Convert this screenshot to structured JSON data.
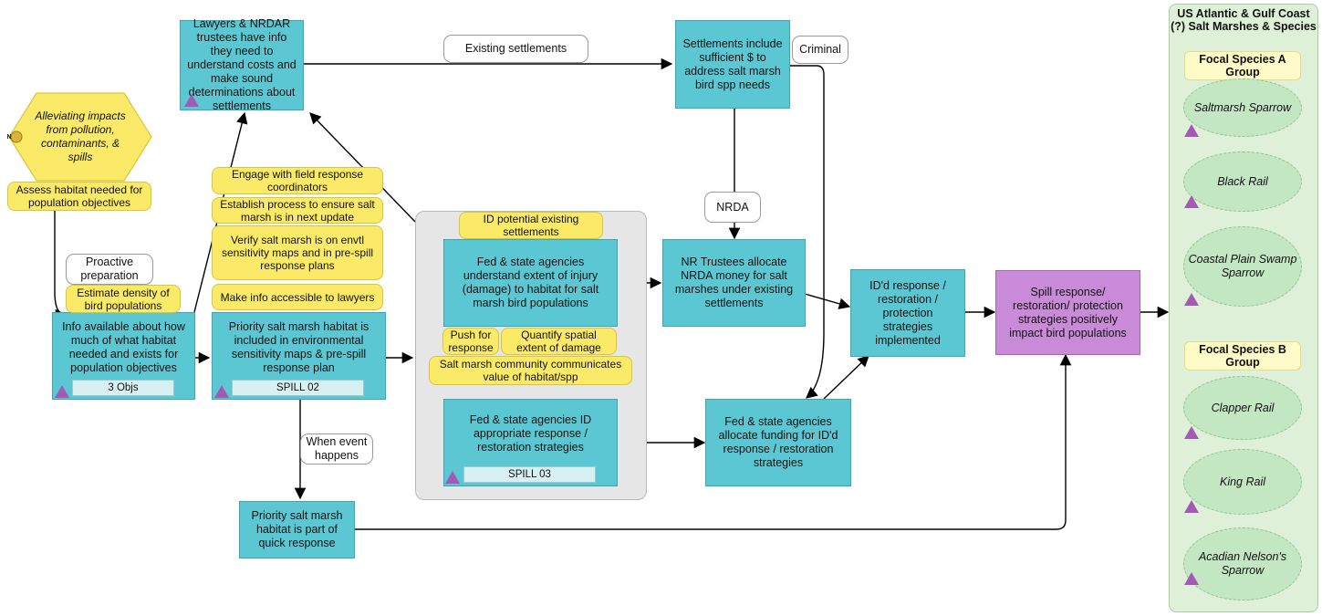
{
  "factors": {
    "lawyers_info": "Lawyers & NRDAR trustees have info they need to understand costs and make sound determinations about settlements",
    "settlements": "Settlements include sufficient $ to address salt marsh bird spp needs",
    "info_available": "Info available about how much of what habitat needed and exists for population objectives",
    "priority_habitat": "Priority salt marsh habitat is included in environmental sensitivity maps & pre-spill response plan",
    "agencies_understand": "Fed & state agencies understand extent of injury (damage) to habitat for salt marsh bird populations",
    "agencies_id": "Fed & state agencies ID appropriate response / restoration strategies",
    "nr_trustees": "NR Trustees allocate NRDA money for salt marshes under existing settlements",
    "agencies_allocate": "Fed & state agencies allocate funding for ID'd response / restoration strategies",
    "strategies_implemented": "ID'd response / restoration / protection strategies implemented",
    "quick_response": "Priority salt marsh habitat is part of quick response",
    "outcome": "Spill response/ restoration/ protection strategies positively impact bird populations"
  },
  "tags": {
    "objs": "3 Objs",
    "spill02": "SPILL 02",
    "spill03": "SPILL 03"
  },
  "strategy": {
    "hex_label": "Alleviating impacts from pollution, contaminants, & spills",
    "hex_badge": "N"
  },
  "actions": {
    "assess_habitat": "Assess habitat needed for population objectives",
    "estimate_density": "Estimate density of bird populations",
    "engage_coordinators": "Engage with field response coordinators",
    "establish_process": "Establish process to ensure salt marsh is in next update",
    "verify_salt_marsh": "Verify salt marsh is on envtl sensitivity maps and in pre-spill response plans",
    "make_info_accessible": "Make info accessible to lawyers",
    "id_potential": "ID potential existing settlements",
    "push_response": "Push for response",
    "quantify_extent": "Quantify spatial extent of damage",
    "community_communicates": "Salt marsh community communicates value of habitat/spp"
  },
  "notes": {
    "existing_settlements": "Existing settlements",
    "criminal": "Criminal",
    "nrda": "NRDA",
    "proactive": "Proactive preparation",
    "when_event": "When event happens"
  },
  "panel": {
    "title": "US Atlantic & Gulf Coast (?) Salt Marshes & Species",
    "group_a": "Focal Species A Group",
    "group_b": "Focal Species B Group",
    "species": [
      "Saltmarsh Sparrow",
      "Black Rail",
      "Coastal Plain Swamp Sparrow",
      "Clapper Rail",
      "King Rail",
      "Acadian Nelson's Sparrow"
    ]
  },
  "colors": {
    "factor": "#5bc7d3",
    "outcome": "#c98ad8",
    "action": "#fbe968",
    "indicator": "#a35ab3",
    "panel": "#dff0d8",
    "species": "#c3e6c3"
  }
}
